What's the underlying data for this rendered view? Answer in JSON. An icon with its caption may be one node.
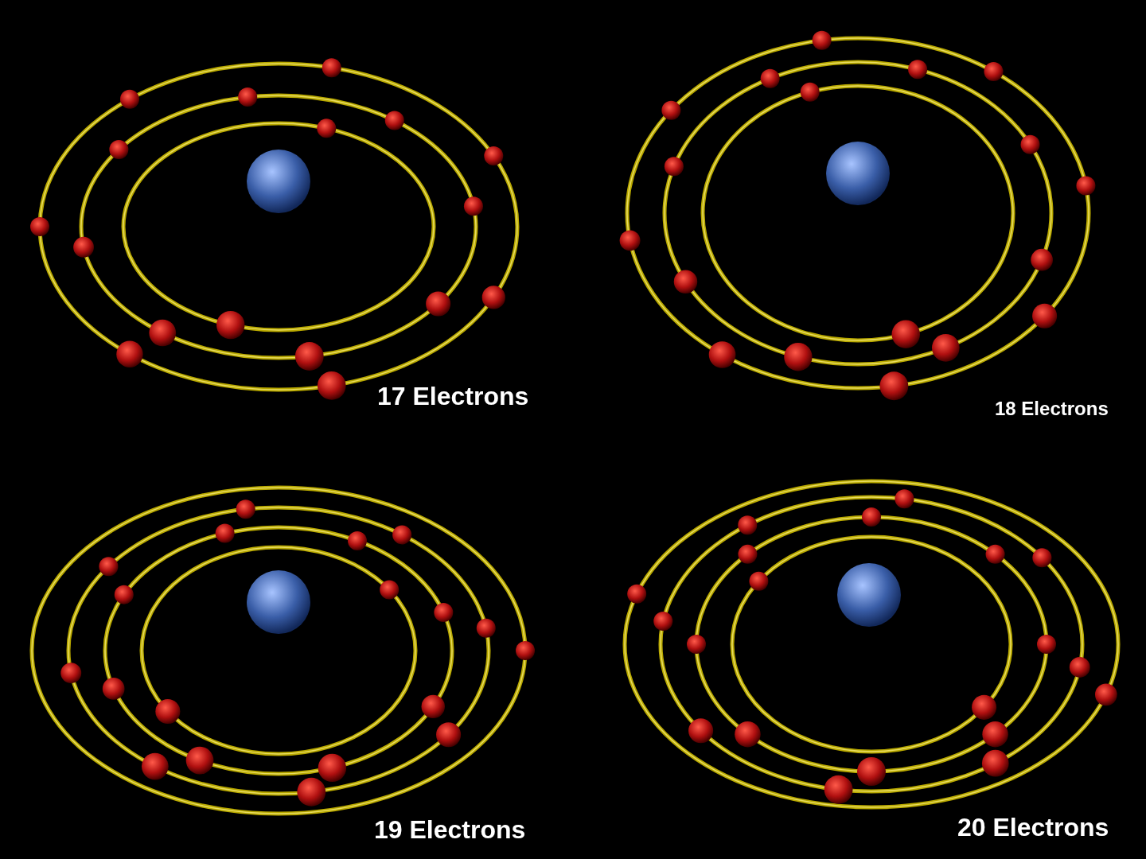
{
  "diagram": {
    "labels": [
      "17 Electrons",
      "18 Electrons",
      "19 Electrons",
      "20 Electrons"
    ]
  }
}
